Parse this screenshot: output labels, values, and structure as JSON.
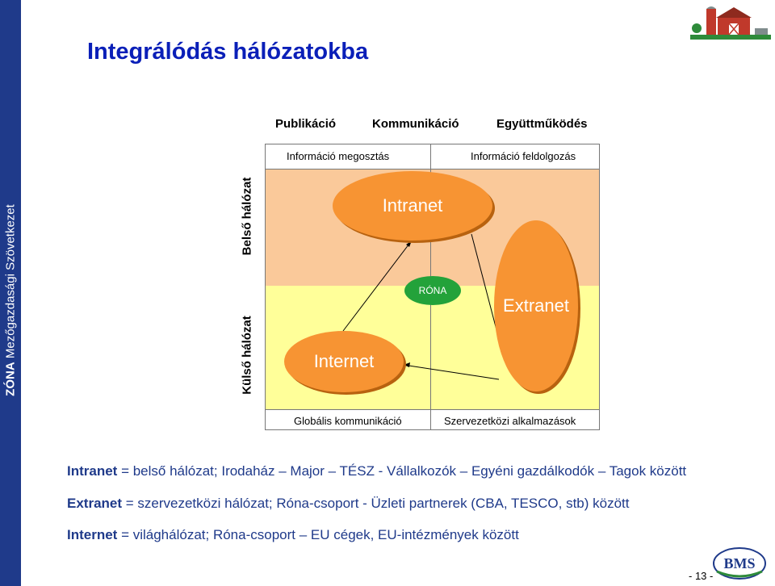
{
  "sidebar": {
    "brand": "ZÓNA",
    "text": "Mezőgazdasági Szövetkezet"
  },
  "title": "Integrálódás hálózatokba",
  "columns": {
    "publikacio": "Publikáció",
    "kommunikacio": "Kommunikáció",
    "egyuttmukodes": "Együttműködés"
  },
  "top_labels": {
    "left": "Információ megosztás",
    "right": "Információ feldolgozás"
  },
  "bottom_labels": {
    "left": "Globális kommunikáció",
    "right": "Szervezetközi alkalmazások"
  },
  "row_labels": {
    "belso": "Belső hálózat",
    "kulso": "Külső hálózat"
  },
  "nodes": {
    "intranet": "Intranet",
    "extranet": "Extranet",
    "internet": "Internet",
    "rona": "RÓNA"
  },
  "colors": {
    "quad_top": "#fac99a",
    "quad_bottom": "#ffff99",
    "bubble": "#f79433",
    "rona": "#23a23a",
    "title": "#0a1fb8",
    "text": "#1f3a8a"
  },
  "definitions": [
    {
      "term": "Intranet",
      "sep": " = ",
      "text": "belső hálózat;  Irodaház – Major – TÉSZ - Vállalkozók – Egyéni gazdálkodók – Tagok között"
    },
    {
      "term": "Extranet",
      "sep": " = ",
      "text": "szervezetközi hálózat;  Róna-csoport - Üzleti partnerek (CBA, TESCO, stb) között"
    },
    {
      "term": "Internet",
      "sep": " = ",
      "text": "világhálózat;  Róna-csoport – EU cégek, EU-intézmények között"
    }
  ],
  "page_number": "- 13 -",
  "bms_logo": "BMS"
}
